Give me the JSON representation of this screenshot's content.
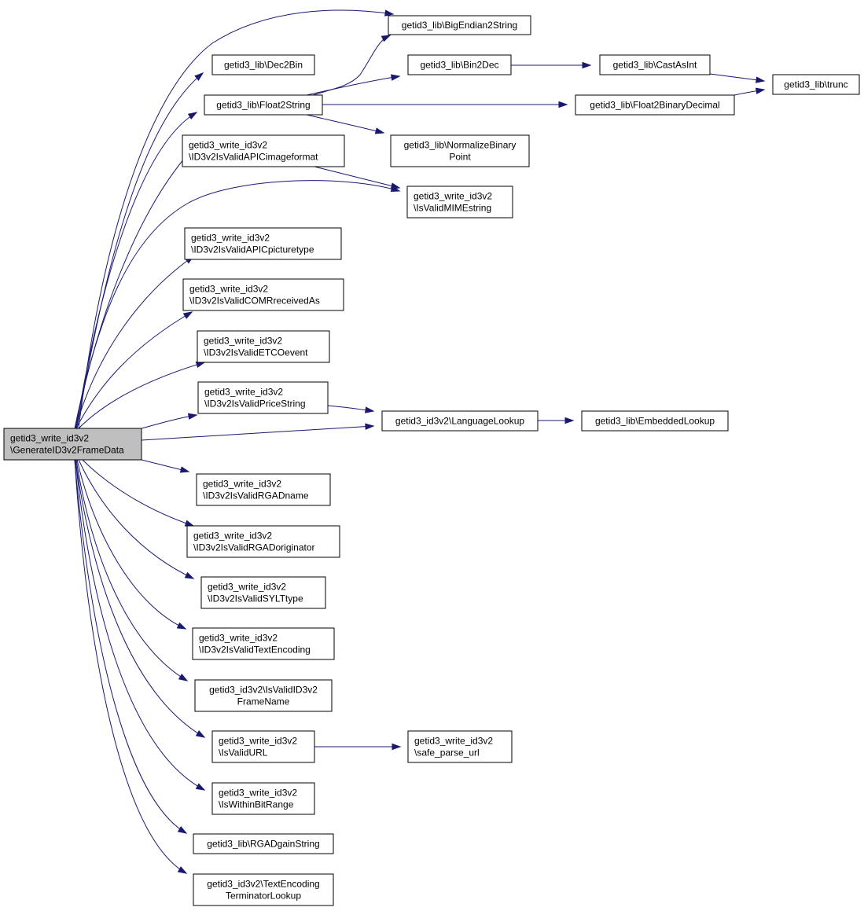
{
  "graph": {
    "nodes": [
      {
        "id": "root",
        "lines": [
          "getid3_write_id3v2",
          "\\GenerateID3v2FrameData"
        ],
        "root": true
      },
      {
        "id": "n_big",
        "lines": [
          "getid3_lib\\BigEndian2String"
        ]
      },
      {
        "id": "n_dec2bin",
        "lines": [
          "getid3_lib\\Dec2Bin"
        ]
      },
      {
        "id": "n_float2str",
        "lines": [
          "getid3_lib\\Float2String"
        ]
      },
      {
        "id": "n_bin2dec",
        "lines": [
          "getid3_lib\\Bin2Dec"
        ]
      },
      {
        "id": "n_castint",
        "lines": [
          "getid3_lib\\CastAsInt"
        ]
      },
      {
        "id": "n_trunc",
        "lines": [
          "getid3_lib\\trunc"
        ]
      },
      {
        "id": "n_f2bd",
        "lines": [
          "getid3_lib\\Float2BinaryDecimal"
        ]
      },
      {
        "id": "n_norm",
        "lines": [
          "getid3_lib\\NormalizeBinary",
          "Point"
        ]
      },
      {
        "id": "n_apicfmt",
        "lines": [
          "getid3_write_id3v2",
          "\\ID3v2IsValidAPICimageformat"
        ]
      },
      {
        "id": "n_mime",
        "lines": [
          "getid3_write_id3v2",
          "\\IsValidMIMEstring"
        ]
      },
      {
        "id": "n_apicpic",
        "lines": [
          "getid3_write_id3v2",
          "\\ID3v2IsValidAPICpicturetype"
        ]
      },
      {
        "id": "n_comr",
        "lines": [
          "getid3_write_id3v2",
          "\\ID3v2IsValidCOMRreceivedAs"
        ]
      },
      {
        "id": "n_etco",
        "lines": [
          "getid3_write_id3v2",
          "\\ID3v2IsValidETCOevent"
        ]
      },
      {
        "id": "n_price",
        "lines": [
          "getid3_write_id3v2",
          "\\ID3v2IsValidPriceString"
        ]
      },
      {
        "id": "n_lang",
        "lines": [
          "getid3_id3v2\\LanguageLookup"
        ]
      },
      {
        "id": "n_embed",
        "lines": [
          "getid3_lib\\EmbeddedLookup"
        ]
      },
      {
        "id": "n_rgadname",
        "lines": [
          "getid3_write_id3v2",
          "\\ID3v2IsValidRGADname"
        ]
      },
      {
        "id": "n_rgadorig",
        "lines": [
          "getid3_write_id3v2",
          "\\ID3v2IsValidRGADoriginator"
        ]
      },
      {
        "id": "n_sylt",
        "lines": [
          "getid3_write_id3v2",
          "\\ID3v2IsValidSYLTtype"
        ]
      },
      {
        "id": "n_textenc",
        "lines": [
          "getid3_write_id3v2",
          "\\ID3v2IsValidTextEncoding"
        ]
      },
      {
        "id": "n_framename",
        "lines": [
          "getid3_id3v2\\IsValidID3v2",
          "FrameName"
        ]
      },
      {
        "id": "n_url",
        "lines": [
          "getid3_write_id3v2",
          "\\IsValidURL"
        ]
      },
      {
        "id": "n_safeurl",
        "lines": [
          "getid3_write_id3v2",
          "\\safe_parse_url"
        ]
      },
      {
        "id": "n_bitrange",
        "lines": [
          "getid3_write_id3v2",
          "\\IsWithinBitRange"
        ]
      },
      {
        "id": "n_rgadgain",
        "lines": [
          "getid3_lib\\RGADgainString"
        ]
      },
      {
        "id": "n_term",
        "lines": [
          "getid3_id3v2\\TextEncoding",
          "TerminatorLookup"
        ]
      }
    ],
    "edges": [
      [
        "root",
        "n_big"
      ],
      [
        "root",
        "n_dec2bin"
      ],
      [
        "root",
        "n_float2str"
      ],
      [
        "n_float2str",
        "n_big"
      ],
      [
        "n_float2str",
        "n_bin2dec"
      ],
      [
        "n_float2str",
        "n_f2bd"
      ],
      [
        "n_float2str",
        "n_norm"
      ],
      [
        "n_bin2dec",
        "n_castint"
      ],
      [
        "n_castint",
        "n_trunc"
      ],
      [
        "n_f2bd",
        "n_trunc"
      ],
      [
        "root",
        "n_apicfmt"
      ],
      [
        "n_apicfmt",
        "n_mime"
      ],
      [
        "root",
        "n_mime"
      ],
      [
        "root",
        "n_apicpic"
      ],
      [
        "root",
        "n_comr"
      ],
      [
        "root",
        "n_etco"
      ],
      [
        "root",
        "n_price"
      ],
      [
        "n_price",
        "n_lang"
      ],
      [
        "root",
        "n_lang"
      ],
      [
        "n_lang",
        "n_embed"
      ],
      [
        "root",
        "n_rgadname"
      ],
      [
        "root",
        "n_rgadorig"
      ],
      [
        "root",
        "n_sylt"
      ],
      [
        "root",
        "n_textenc"
      ],
      [
        "root",
        "n_framename"
      ],
      [
        "root",
        "n_url"
      ],
      [
        "n_url",
        "n_safeurl"
      ],
      [
        "root",
        "n_bitrange"
      ],
      [
        "root",
        "n_rgadgain"
      ],
      [
        "root",
        "n_term"
      ]
    ]
  },
  "colors": {
    "edge": "#191970",
    "root_fill": "#bfbfbf",
    "node_fill": "#ffffff",
    "border": "#000000"
  }
}
